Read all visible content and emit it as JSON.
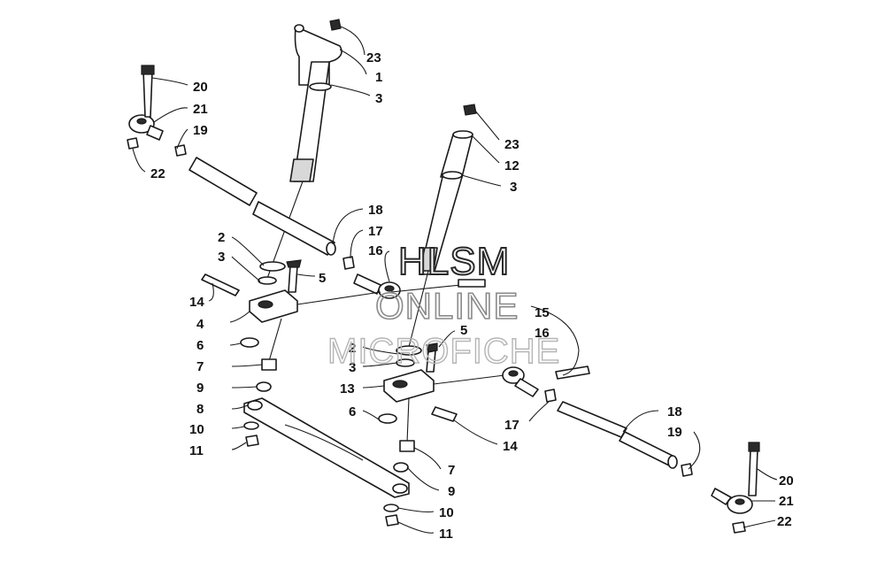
{
  "watermark": {
    "line1": "HLSM",
    "line2": "ONLINE",
    "line3": "MICROFICHE"
  },
  "callouts": {
    "left_23": "23",
    "left_1": "1",
    "left_3_top": "3",
    "left_20": "20",
    "left_21": "21",
    "left_19": "19",
    "left_22": "22",
    "left_18": "18",
    "left_17": "17",
    "left_16": "16",
    "left_2": "2",
    "left_3_mid": "3",
    "left_5": "5",
    "left_14": "14",
    "left_4": "4",
    "left_6": "6",
    "left_7": "7",
    "left_9": "9",
    "left_8": "8",
    "left_10": "10",
    "left_11": "11",
    "right_23": "23",
    "right_12": "12",
    "right_3_top": "3",
    "right_15": "15",
    "right_16": "16",
    "right_5": "5",
    "right_2": "2",
    "right_3_mid": "3",
    "right_13": "13",
    "right_6": "6",
    "right_17": "17",
    "right_14": "14",
    "right_18": "18",
    "right_19": "19",
    "right_7": "7",
    "right_9": "9",
    "right_20": "20",
    "right_21": "21",
    "right_10": "10",
    "right_22": "22",
    "right_11": "11"
  },
  "colors": {
    "ink": "#1a1a1a",
    "paper": "#ffffff",
    "watermark": "#8a8a8a"
  }
}
